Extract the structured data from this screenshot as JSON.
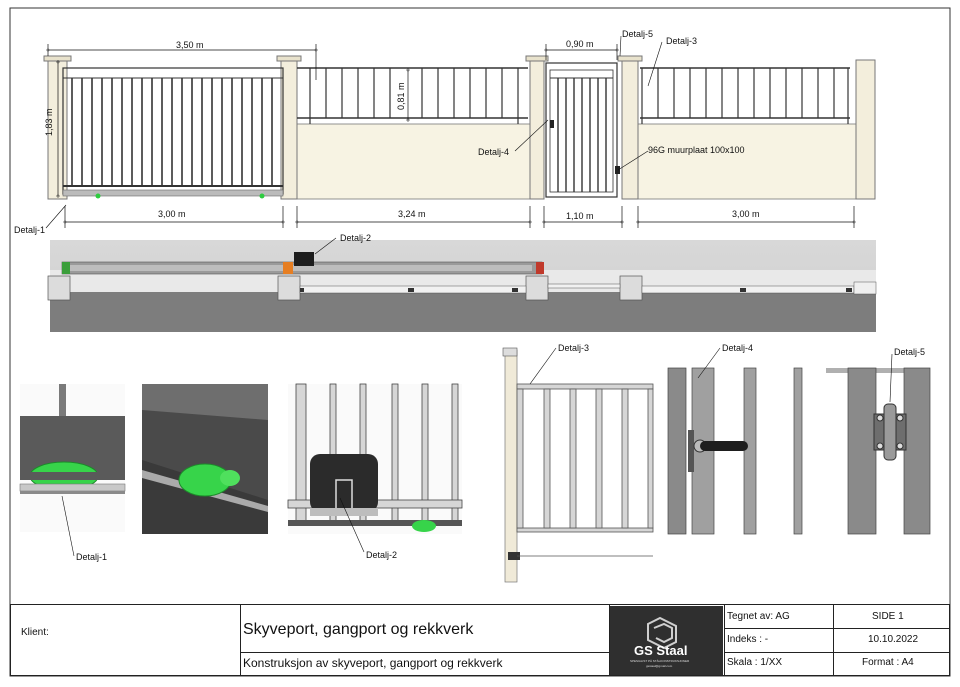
{
  "labels": {
    "dim_350": "3,50 m",
    "dim_183": "1,83 m",
    "dim_081": "0,81 m",
    "dim_090": "0,90 m",
    "dim_300a": "3,00 m",
    "dim_324": "3,24 m",
    "dim_110": "1,10 m",
    "dim_300b": "3,00 m",
    "detalj1": "Detalj-1",
    "detalj2": "Detalj-2",
    "detalj3": "Detalj-3",
    "detalj4": "Detalj-4",
    "detalj5": "Detalj-5",
    "muurplaat": "96G muurplaat 100x100"
  },
  "titleblock": {
    "klient_label": "Klient:",
    "title": "Skyveport, gangport og rekkverk",
    "subtitle": "Konstruksjon av skyveport, gangport og rekkverk",
    "logo_name": "GS Staal",
    "logo_sub": "SPESIALIST PÅ STÅLKONSTRUKSJONER",
    "logo_email": "gsstaal@gmail.com",
    "tegnet": "Tegnet av: AG",
    "indeks": "Indeks : -",
    "skala": "Skala : 1/XX",
    "side": "SIDE 1",
    "dato": "10.10.2022",
    "format": "Format : A4"
  }
}
